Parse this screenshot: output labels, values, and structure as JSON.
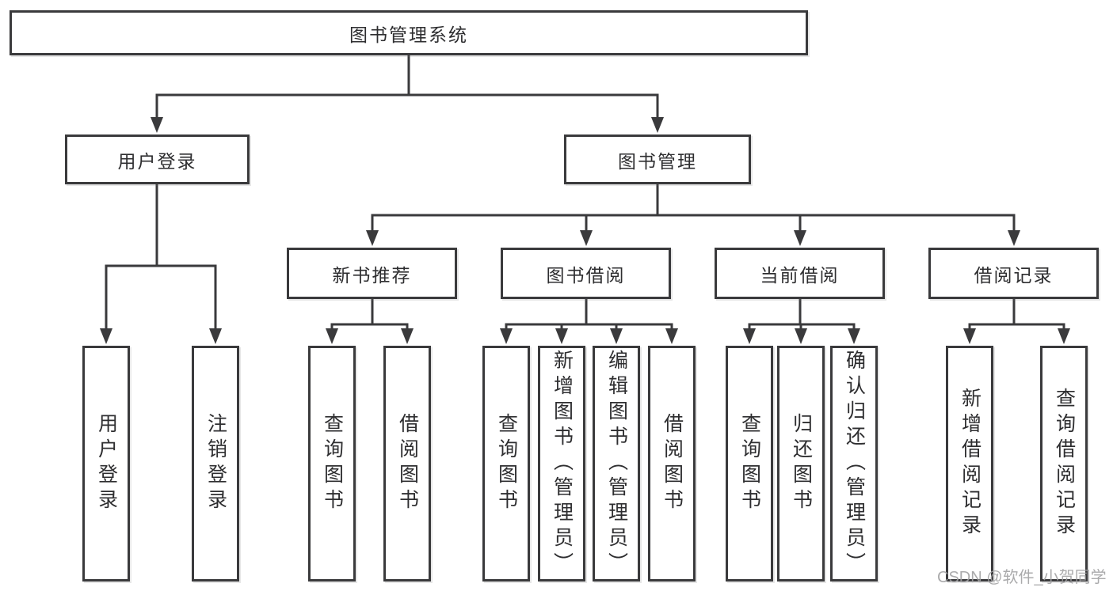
{
  "diagram_title": "图书管理系统",
  "watermark": "CSDN @软件_小贺同学",
  "colors": {
    "background": "#ffffff",
    "line": "#3a3a3c",
    "box_border": "#3a3a3c",
    "text": "#2e2e30",
    "watermark": "#a2a2a4"
  },
  "tree": {
    "root": "图书管理系统",
    "branches": [
      {
        "label": "用户登录",
        "children": [
          "用户登录",
          "注销登录"
        ]
      },
      {
        "label": "图书管理",
        "sections": [
          {
            "label": "新书推荐",
            "children": [
              "查询图书",
              "借阅图书"
            ]
          },
          {
            "label": "图书借阅",
            "children": [
              "查询图书",
              "新增图书（管理员）",
              "编辑图书（管理员）",
              "借阅图书"
            ]
          },
          {
            "label": "当前借阅",
            "children": [
              "查询图书",
              "归还图书",
              "确认归还（管理员）"
            ]
          },
          {
            "label": "借阅记录",
            "children": [
              "新增借阅记录",
              "查询借阅记录"
            ]
          }
        ]
      }
    ]
  }
}
